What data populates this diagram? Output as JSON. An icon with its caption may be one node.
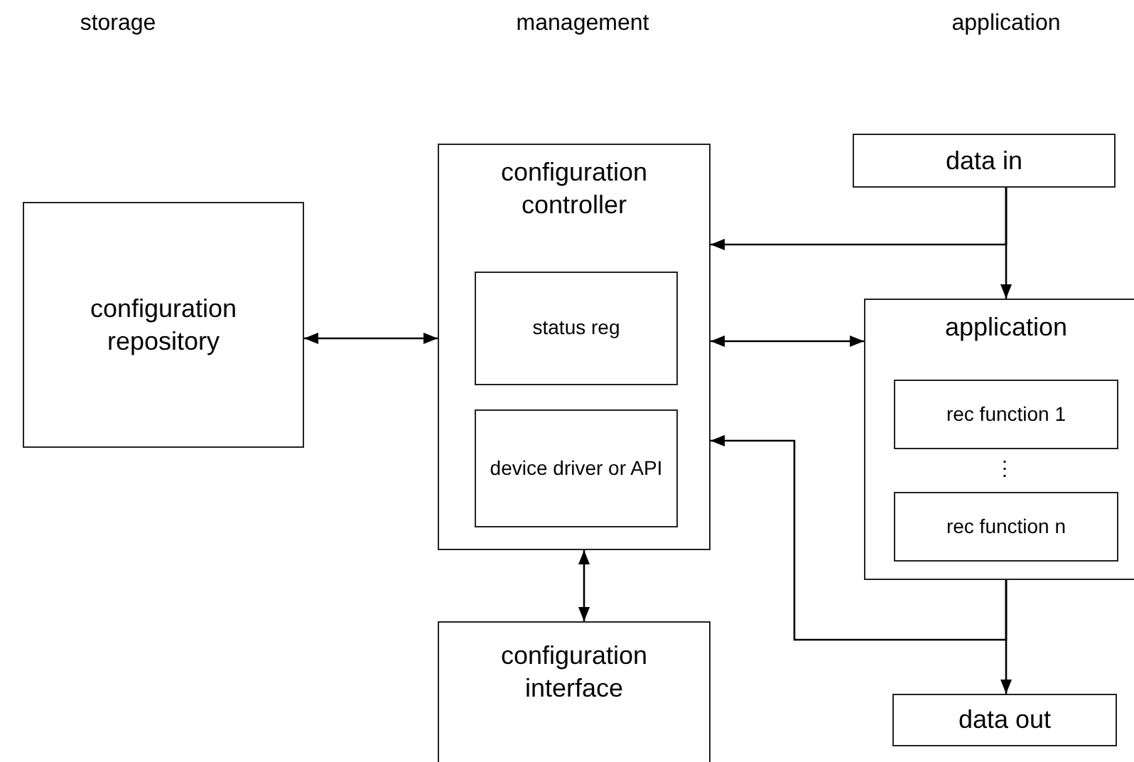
{
  "diagram": {
    "nodes": [
      {
        "text": [
          "configuration repository"
        ]
      },
      {
        "text": [
          "configuration controller"
        ]
      },
      {
        "text": [
          "status reg"
        ],
        "in": 1
      },
      {
        "text": [
          "device driver or API"
        ],
        "in": 1
      },
      {
        "text": [
          "data in"
        ]
      },
      {
        "text": [
          "application"
        ]
      },
      {
        "text": [
          "rec function 1"
        ],
        "in": 5
      },
      {
        "text": [
          "rec function n"
        ],
        "in": 5
      },
      {
        "text": [
          "configuration interface"
        ]
      },
      {
        "text": [
          "data out"
        ]
      }
    ],
    "edges": [
      {
        "from": 0,
        "to": 1,
        "arrow": "both"
      },
      {
        "from": 4,
        "to": 5,
        "arrow": "to"
      },
      {
        "from": 4,
        "to": 1,
        "arrow": "to"
      },
      {
        "from": 1,
        "to": 5,
        "arrow": "both"
      },
      {
        "from": 5,
        "to": 9,
        "arrow": "to"
      },
      {
        "from": 5,
        "to": 1,
        "arrow": "to"
      },
      {
        "from": 1,
        "to": 8,
        "arrow": "both"
      }
    ],
    "labels": [
      "storage",
      "management",
      "application",
      "⋮"
    ]
  }
}
